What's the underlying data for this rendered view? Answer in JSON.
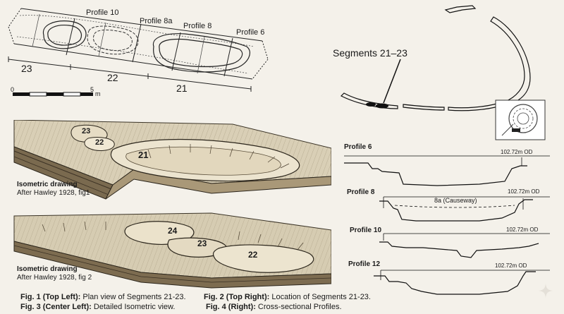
{
  "plan": {
    "profile_labels": [
      "Profile 10",
      "Profile 8a",
      "Profile 8",
      "Profile 6"
    ],
    "segment_numbers": [
      "23",
      "22",
      "21"
    ],
    "scale": {
      "start": "0",
      "end": "5",
      "unit": "m"
    }
  },
  "location": {
    "title": "Segments 21–23"
  },
  "iso1": {
    "numbers": [
      "23",
      "22",
      "21"
    ],
    "title": "Isometric drawing",
    "source": "After Hawley 1928, fig1"
  },
  "iso2": {
    "numbers": [
      "24",
      "23",
      "22"
    ],
    "title": "Isometric drawing",
    "source": "After Hawley 1928, fig 2"
  },
  "profiles": [
    {
      "name": "Profile 6",
      "od": "102.72m OD",
      "note": ""
    },
    {
      "name": "Profile 8",
      "od": "102.72m OD",
      "note": "8a (Causeway)"
    },
    {
      "name": "Profile 10",
      "od": "102.72m OD",
      "note": ""
    },
    {
      "name": "Profile 12",
      "od": "102.72m OD",
      "note": ""
    }
  ],
  "captions": {
    "fig1_label": "Fig. 1 (Top Left):",
    "fig1_text": " Plan view of Segments 21-23.",
    "fig3_label": "Fig. 3 (Center Left):",
    "fig3_text": " Detailed Isometric view.",
    "fig2_label": "Fig. 2 (Top Right):",
    "fig2_text": " Location of Segments 21-23.",
    "fig4_label": "Fig. 4 (Right):",
    "fig4_text": " Cross-sectional Profiles."
  }
}
